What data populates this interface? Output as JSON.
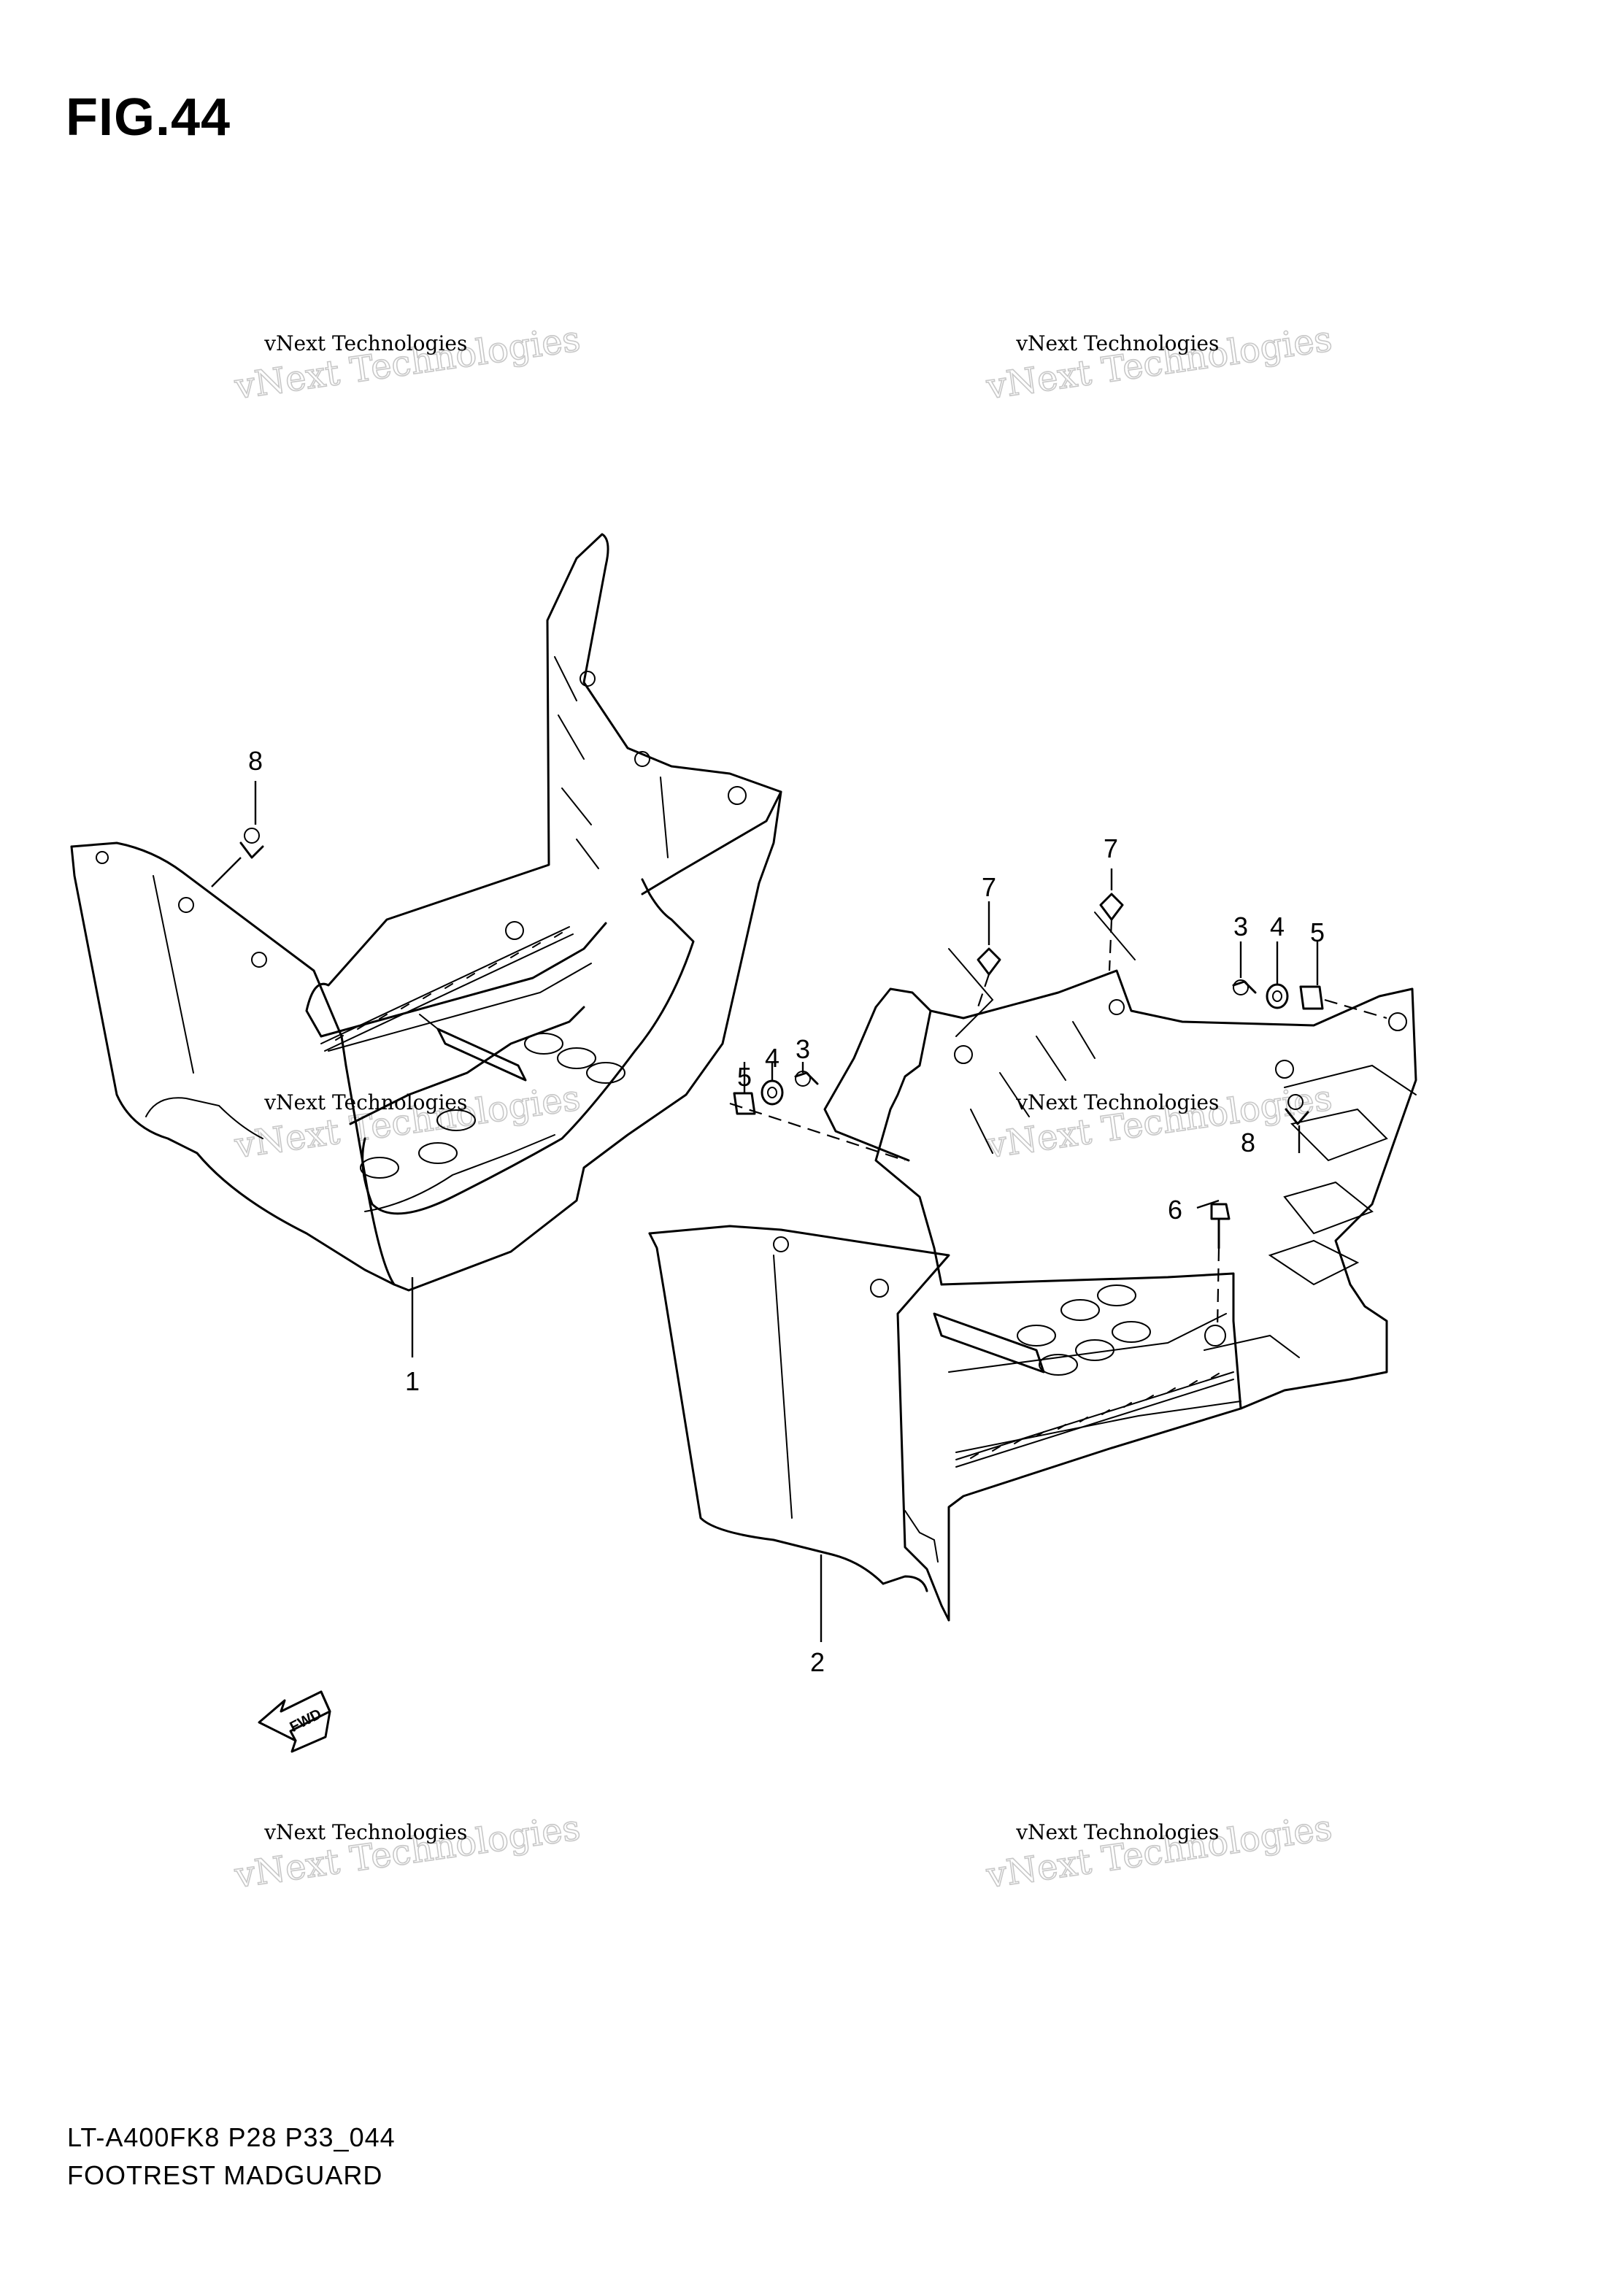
{
  "figure_title": "FIG.44",
  "watermark": {
    "line1": "vNext Technologies",
    "line2": "vNext Technologies"
  },
  "callouts": {
    "c1": "1",
    "c2": "2",
    "c3a": "3",
    "c3b": "3",
    "c4a": "4",
    "c4b": "4",
    "c5a": "5",
    "c5b": "5",
    "c6": "6",
    "c7a": "7",
    "c7b": "7",
    "c8a": "8",
    "c8b": "8"
  },
  "fwd_label": "FWD",
  "footer": {
    "line1": "LT-A400FK8 P28 P33_044",
    "line2": "FOOTREST MADGUARD"
  }
}
